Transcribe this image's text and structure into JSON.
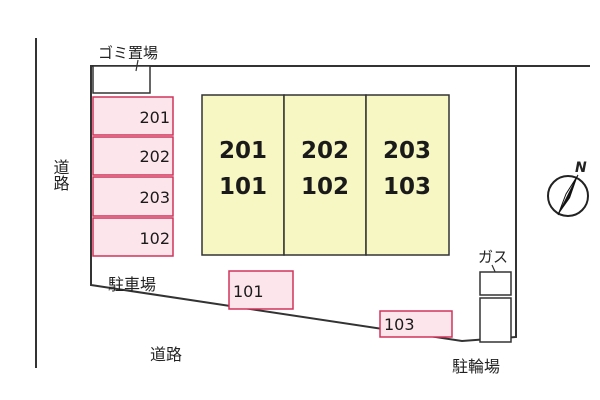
{
  "labels": {
    "garbage": "ゴミ置場",
    "road_left": "道路",
    "road_bottom": "道路",
    "parking": "駐車場",
    "gas": "ガス",
    "bicycle": "駐輪場",
    "compass_n": "N"
  },
  "building": {
    "units": [
      {
        "upper": "201",
        "lower": "101"
      },
      {
        "upper": "202",
        "lower": "102"
      },
      {
        "upper": "203",
        "lower": "103"
      }
    ]
  },
  "parking_slots": {
    "left_column": [
      "201",
      "202",
      "203",
      "102"
    ],
    "bottom_a": "101",
    "bottom_b": "103"
  },
  "colors": {
    "building_fill": "#f7f7c3",
    "slot_fill": "#fde5ec",
    "slot_border": "#d0335a",
    "line": "#333333"
  }
}
